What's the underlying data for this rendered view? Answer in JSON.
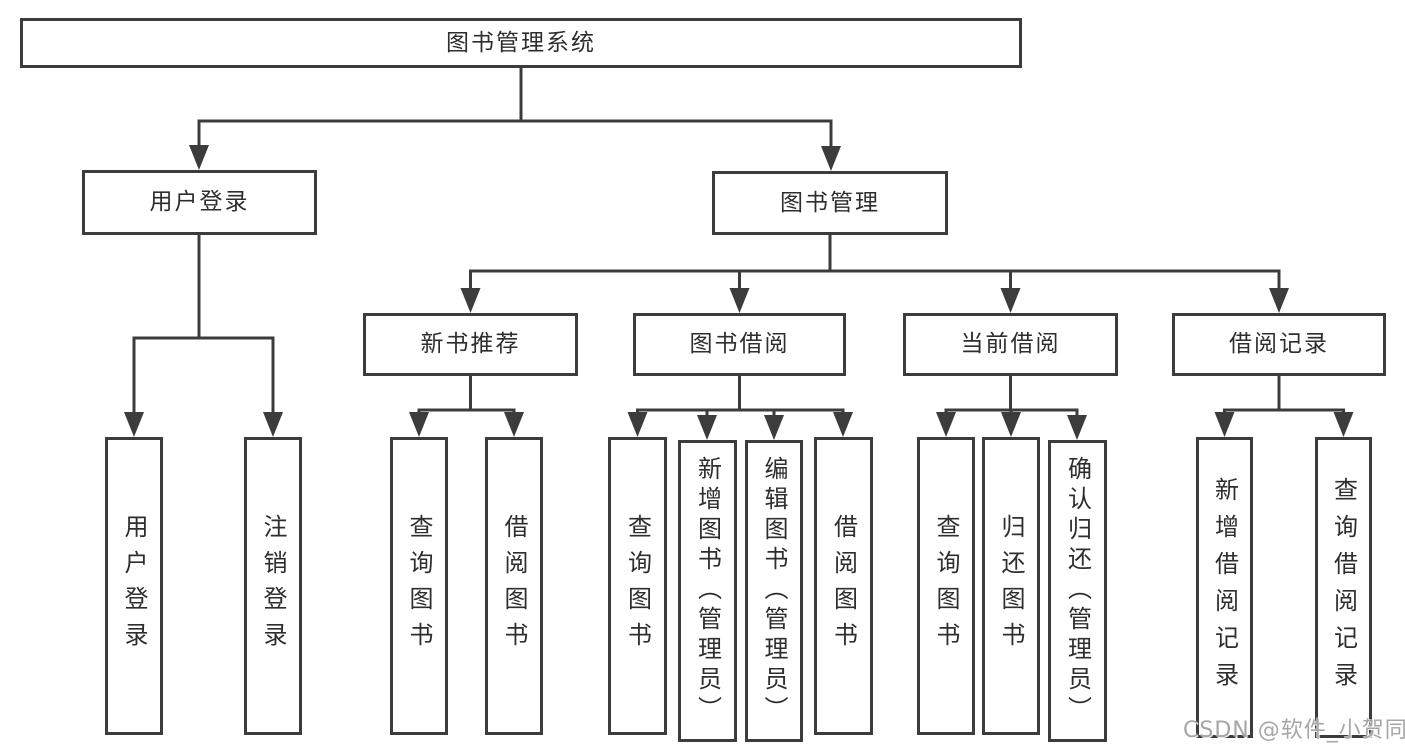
{
  "root": {
    "label": "图书管理系统"
  },
  "level1": [
    {
      "label": "用户登录",
      "children": [
        {
          "label": "用户登录"
        },
        {
          "label": "注销登录"
        }
      ]
    },
    {
      "label": "图书管理",
      "children": [
        {
          "label": "新书推荐",
          "children": [
            {
              "label": "查询图书"
            },
            {
              "label": "借阅图书"
            }
          ]
        },
        {
          "label": "图书借阅",
          "children": [
            {
              "label": "查询图书"
            },
            {
              "label": "新增图书（管理员）"
            },
            {
              "label": "编辑图书（管理员）"
            },
            {
              "label": "借阅图书"
            }
          ]
        },
        {
          "label": "当前借阅",
          "children": [
            {
              "label": "查询图书"
            },
            {
              "label": "归还图书"
            },
            {
              "label": "确认归还（管理员）"
            }
          ]
        },
        {
          "label": "借阅记录",
          "children": [
            {
              "label": "新增借阅记录"
            },
            {
              "label": "查询借阅记录"
            }
          ]
        }
      ]
    }
  ],
  "watermark": "CSDN @软件_小贺同学",
  "colors": {
    "line": "#3c3c3c",
    "text": "#2e2e2e",
    "watermark": "#a6a6a6",
    "background": "#ffffff"
  }
}
